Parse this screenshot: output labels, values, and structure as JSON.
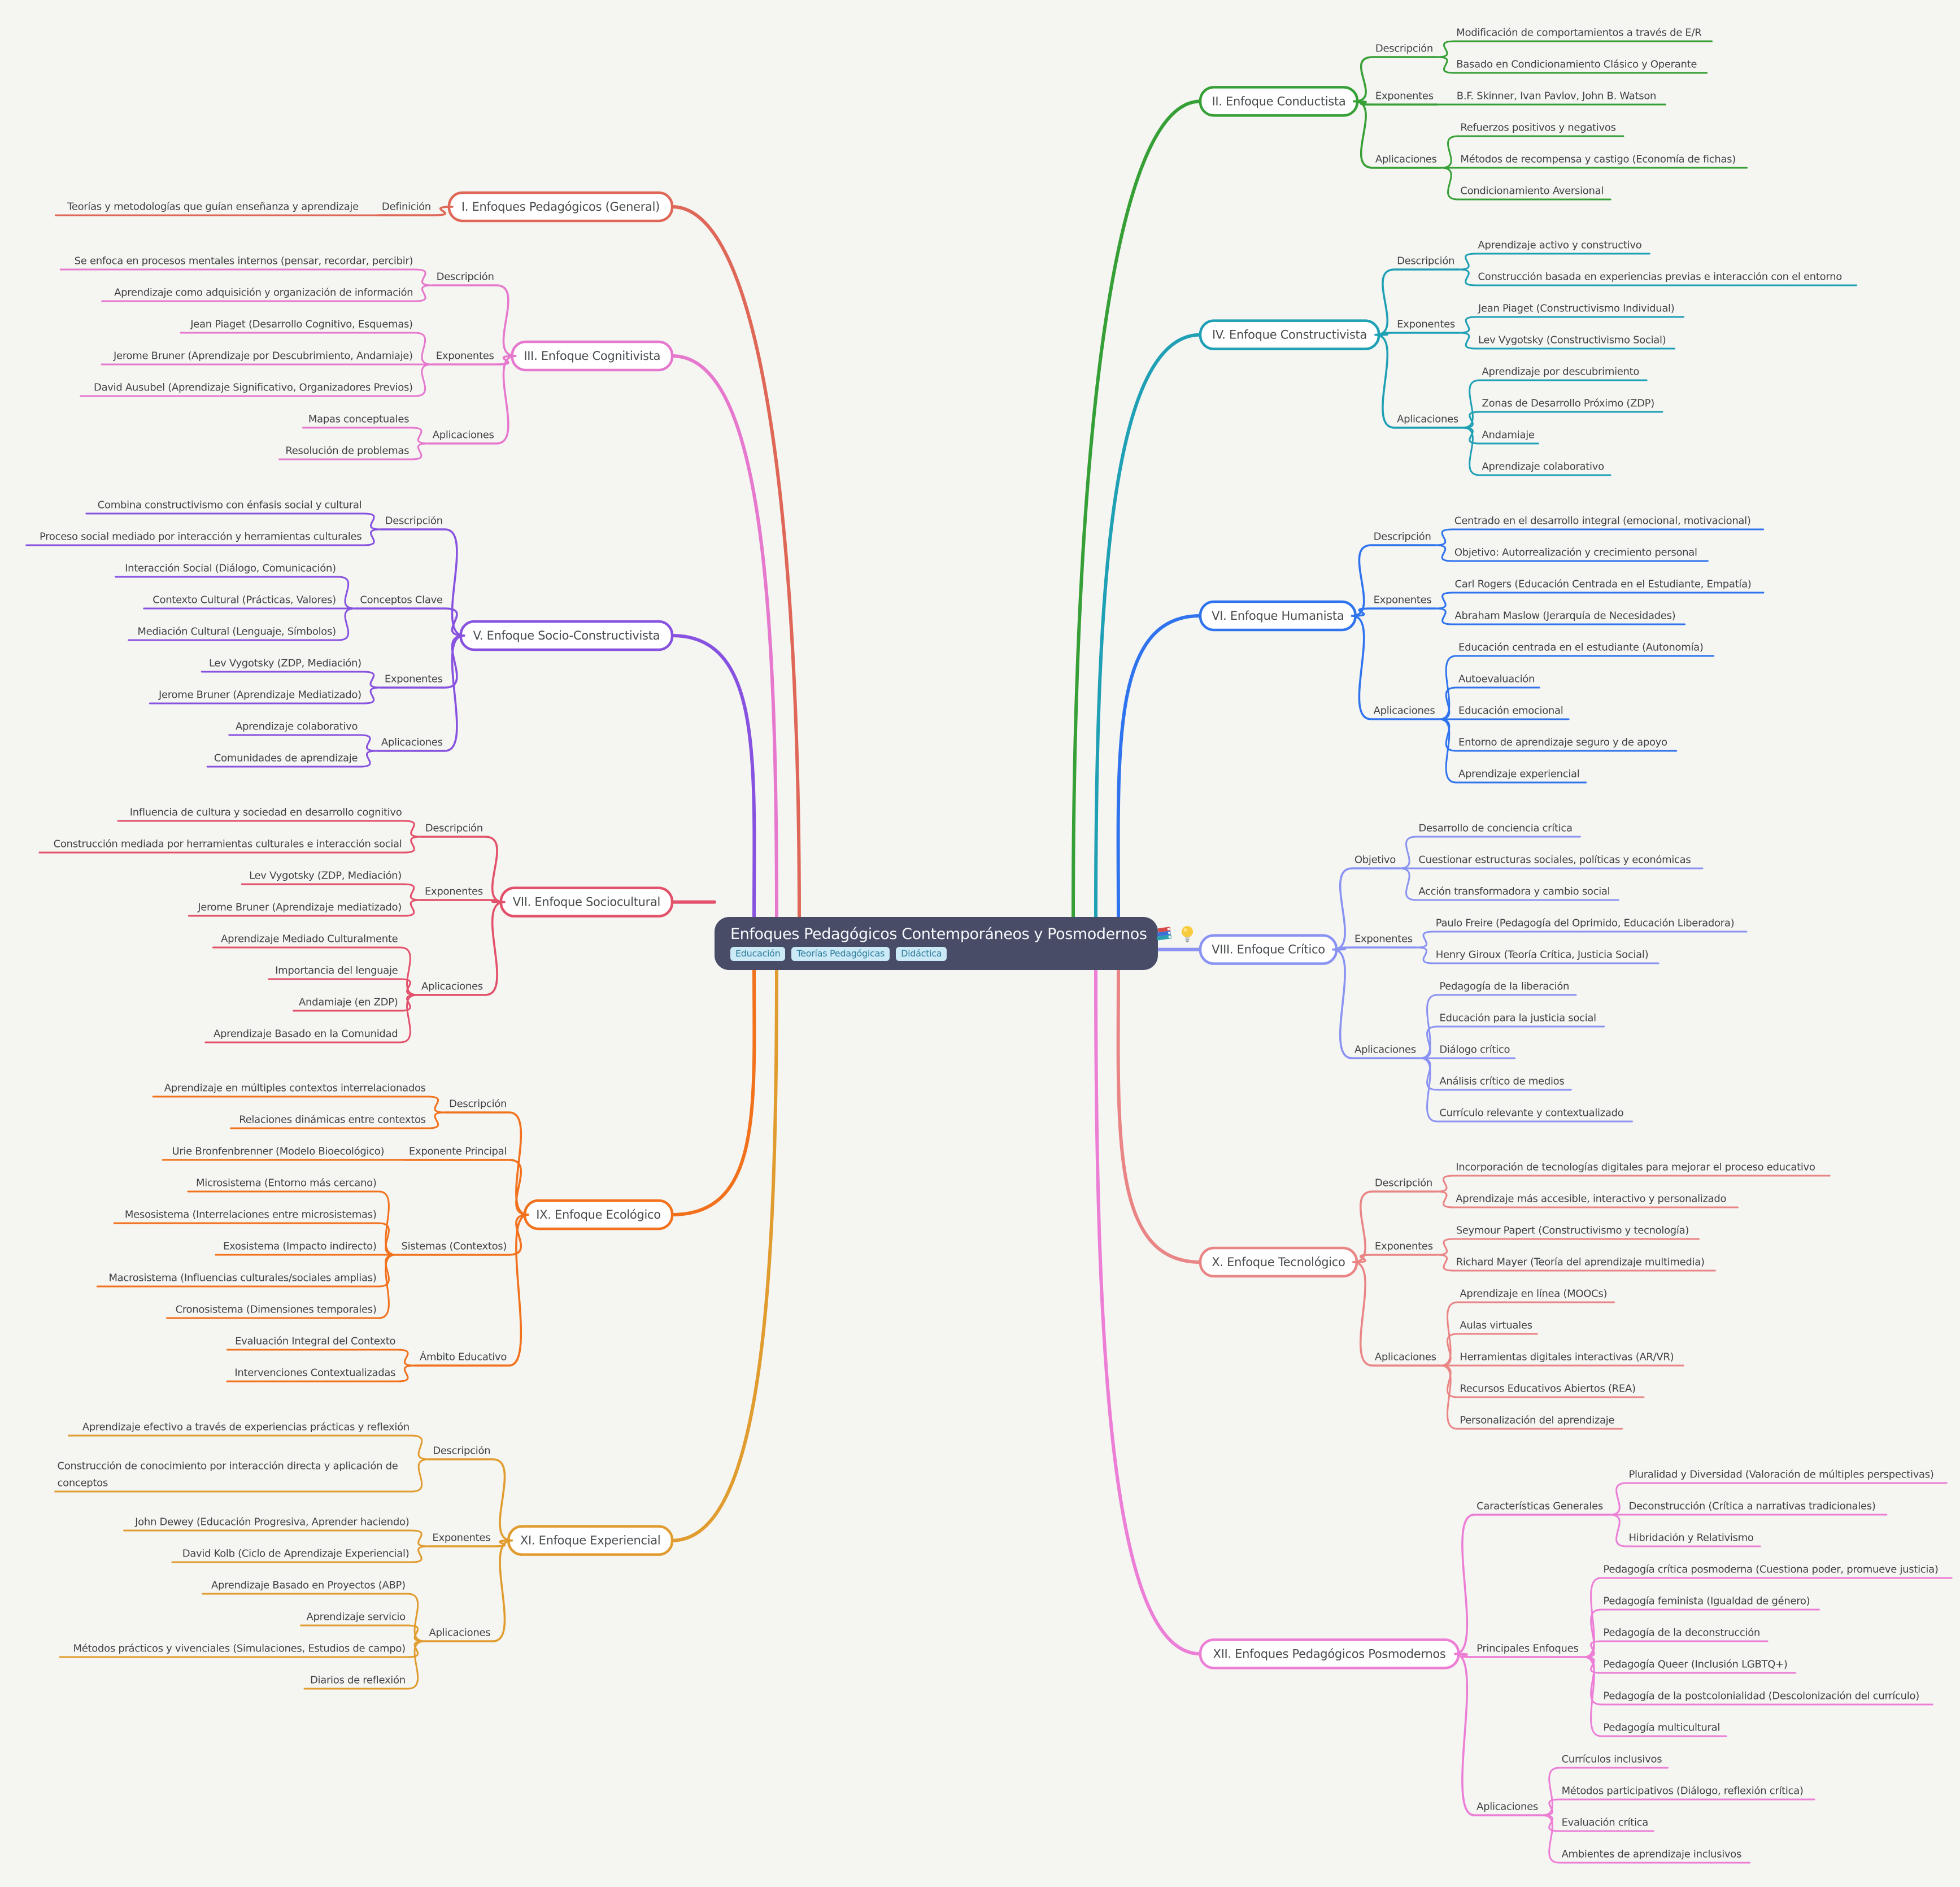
{
  "root": {
    "title": "Enfoques Pedagógicos Contemporáneos y Posmodernos",
    "icons": [
      "books-icon",
      "light-bulb-icon"
    ],
    "tags": [
      "Educación",
      "Teorías Pedagógicas",
      "Didáctica"
    ]
  },
  "branches": [
    {
      "id": "I",
      "label": "I. Enfoques Pedagógicos (General)",
      "side": "left",
      "color": "#df6757",
      "children": [
        {
          "label": "Definición",
          "children": [
            {
              "label": "Teorías y metodologías que guían enseñanza y aprendizaje"
            }
          ]
        }
      ]
    },
    {
      "id": "II",
      "label": "II. Enfoque Conductista",
      "side": "right",
      "color": "#36a036",
      "children": [
        {
          "label": "Descripción",
          "children": [
            {
              "label": "Modificación de comportamientos a través de E/R"
            },
            {
              "label": "Basado en Condicionamiento Clásico y Operante"
            }
          ]
        },
        {
          "label": "Exponentes",
          "children": [
            {
              "label": "B.F. Skinner, Ivan Pavlov, John B. Watson"
            }
          ]
        },
        {
          "label": "Aplicaciones",
          "children": [
            {
              "label": "Refuerzos positivos y negativos"
            },
            {
              "label": "Métodos de recompensa y castigo (Economía de fichas)"
            },
            {
              "label": "Condicionamiento Aversional"
            }
          ]
        }
      ]
    },
    {
      "id": "III",
      "label": "III. Enfoque Cognitivista",
      "side": "left",
      "color": "#e678ce",
      "children": [
        {
          "label": "Descripción",
          "children": [
            {
              "label": "Se enfoca en procesos mentales internos (pensar, recordar, percibir)"
            },
            {
              "label": "Aprendizaje como adquisición y organización de información"
            }
          ]
        },
        {
          "label": "Exponentes",
          "children": [
            {
              "label": "Jean Piaget (Desarrollo Cognitivo, Esquemas)"
            },
            {
              "label": "Jerome Bruner (Aprendizaje por Descubrimiento, Andamiaje)"
            },
            {
              "label": "David Ausubel (Aprendizaje Significativo, Organizadores Previos)"
            }
          ]
        },
        {
          "label": "Aplicaciones",
          "children": [
            {
              "label": "Mapas conceptuales"
            },
            {
              "label": "Resolución de problemas"
            }
          ]
        }
      ]
    },
    {
      "id": "IV",
      "label": "IV. Enfoque Constructivista",
      "side": "right",
      "color": "#1fa0b5",
      "children": [
        {
          "label": "Descripción",
          "children": [
            {
              "label": "Aprendizaje activo y constructivo"
            },
            {
              "label": "Construcción basada en experiencias previas e interacción con el entorno"
            }
          ]
        },
        {
          "label": "Exponentes",
          "children": [
            {
              "label": "Jean Piaget (Constructivismo Individual)"
            },
            {
              "label": "Lev Vygotsky (Constructivismo Social)"
            }
          ]
        },
        {
          "label": "Aplicaciones",
          "children": [
            {
              "label": "Aprendizaje por descubrimiento"
            },
            {
              "label": "Zonas de Desarrollo Próximo (ZDP)"
            },
            {
              "label": "Andamiaje"
            },
            {
              "label": "Aprendizaje colaborativo"
            }
          ]
        }
      ]
    },
    {
      "id": "V",
      "label": "V. Enfoque Socio-Constructivista",
      "side": "left",
      "color": "#8752df",
      "children": [
        {
          "label": "Descripción",
          "children": [
            {
              "label": "Combina constructivismo con énfasis social y cultural"
            },
            {
              "label": "Proceso social mediado por interacción y herramientas culturales"
            }
          ]
        },
        {
          "label": "Conceptos Clave",
          "children": [
            {
              "label": "Interacción Social (Diálogo, Comunicación)"
            },
            {
              "label": "Contexto Cultural (Prácticas, Valores)"
            },
            {
              "label": "Mediación Cultural (Lenguaje, Símbolos)"
            }
          ]
        },
        {
          "label": "Exponentes",
          "children": [
            {
              "label": "Lev Vygotsky (ZDP, Mediación)"
            },
            {
              "label": "Jerome Bruner (Aprendizaje Mediatizado)"
            }
          ]
        },
        {
          "label": "Aplicaciones",
          "children": [
            {
              "label": "Aprendizaje colaborativo"
            },
            {
              "label": "Comunidades de aprendizaje"
            }
          ]
        }
      ]
    },
    {
      "id": "VI",
      "label": "VI. Enfoque Humanista",
      "side": "right",
      "color": "#2f74ee",
      "children": [
        {
          "label": "Descripción",
          "children": [
            {
              "label": "Centrado en el desarrollo integral (emocional, motivacional)"
            },
            {
              "label": "Objetivo: Autorrealización y crecimiento personal"
            }
          ]
        },
        {
          "label": "Exponentes",
          "children": [
            {
              "label": "Carl Rogers (Educación Centrada en el Estudiante, Empatía)"
            },
            {
              "label": "Abraham Maslow (Jerarquía de Necesidades)"
            }
          ]
        },
        {
          "label": "Aplicaciones",
          "children": [
            {
              "label": "Educación centrada en el estudiante (Autonomía)"
            },
            {
              "label": "Autoevaluación"
            },
            {
              "label": "Educación emocional"
            },
            {
              "label": "Entorno de aprendizaje seguro y de apoyo"
            },
            {
              "label": "Aprendizaje experiencial"
            }
          ]
        }
      ]
    },
    {
      "id": "VII",
      "label": "VII. Enfoque Sociocultural",
      "side": "left",
      "color": "#e2506a",
      "children": [
        {
          "label": "Descripción",
          "children": [
            {
              "label": "Influencia de cultura y sociedad en desarrollo cognitivo"
            },
            {
              "label": "Construcción mediada por herramientas culturales e interacción social"
            }
          ]
        },
        {
          "label": "Exponentes",
          "children": [
            {
              "label": "Lev Vygotsky (ZDP, Mediación)"
            },
            {
              "label": "Jerome Bruner (Aprendizaje mediatizado)"
            }
          ]
        },
        {
          "label": "Aplicaciones",
          "children": [
            {
              "label": "Aprendizaje Mediado Culturalmente"
            },
            {
              "label": "Importancia del lenguaje"
            },
            {
              "label": "Andamiaje (en ZDP)"
            },
            {
              "label": "Aprendizaje Basado en la Comunidad"
            }
          ]
        }
      ]
    },
    {
      "id": "VIII",
      "label": "VIII. Enfoque Crítico",
      "side": "right",
      "color": "#8a93f2",
      "children": [
        {
          "label": "Objetivo",
          "children": [
            {
              "label": "Desarrollo de conciencia crítica"
            },
            {
              "label": "Cuestionar estructuras sociales, políticas y económicas"
            },
            {
              "label": "Acción transformadora y cambio social"
            }
          ]
        },
        {
          "label": "Exponentes",
          "children": [
            {
              "label": "Paulo Freire (Pedagogía del Oprimido, Educación Liberadora)"
            },
            {
              "label": "Henry Giroux (Teoría Crítica, Justicia Social)"
            }
          ]
        },
        {
          "label": "Aplicaciones",
          "children": [
            {
              "label": "Pedagogía de la liberación"
            },
            {
              "label": "Educación para la justicia social"
            },
            {
              "label": "Diálogo crítico"
            },
            {
              "label": "Análisis crítico de medios"
            },
            {
              "label": "Currículo relevante y contextualizado"
            }
          ]
        }
      ]
    },
    {
      "id": "IX",
      "label": "IX. Enfoque Ecológico",
      "side": "left",
      "color": "#f2711c",
      "children": [
        {
          "label": "Descripción",
          "children": [
            {
              "label": "Aprendizaje en múltiples contextos interrelacionados"
            },
            {
              "label": "Relaciones dinámicas entre contextos"
            }
          ]
        },
        {
          "label": "Exponente Principal",
          "children": [
            {
              "label": "Urie Bronfenbrenner (Modelo Bioecológico)"
            }
          ]
        },
        {
          "label": "Sistemas (Contextos)",
          "children": [
            {
              "label": "Microsistema (Entorno más cercano)"
            },
            {
              "label": "Mesosistema (Interrelaciones entre microsistemas)"
            },
            {
              "label": "Exosistema (Impacto indirecto)"
            },
            {
              "label": "Macrosistema (Influencias culturales/sociales amplias)"
            },
            {
              "label": "Cronosistema (Dimensiones temporales)"
            }
          ]
        },
        {
          "label": "Ámbito Educativo",
          "children": [
            {
              "label": "Evaluación Integral del Contexto"
            },
            {
              "label": "Intervenciones Contextualizadas"
            }
          ]
        }
      ]
    },
    {
      "id": "X",
      "label": "X. Enfoque Tecnológico",
      "side": "right",
      "color": "#e98585",
      "children": [
        {
          "label": "Descripción",
          "children": [
            {
              "label": "Incorporación de tecnologías digitales para mejorar el proceso educativo"
            },
            {
              "label": "Aprendizaje más accesible, interactivo y personalizado"
            }
          ]
        },
        {
          "label": "Exponentes",
          "children": [
            {
              "label": "Seymour Papert (Constructivismo y tecnología)"
            },
            {
              "label": "Richard Mayer (Teoría del aprendizaje multimedia)"
            }
          ]
        },
        {
          "label": "Aplicaciones",
          "children": [
            {
              "label": "Aprendizaje en línea (MOOCs)"
            },
            {
              "label": "Aulas virtuales"
            },
            {
              "label": "Herramientas digitales interactivas (AR/VR)"
            },
            {
              "label": "Recursos Educativos Abiertos (REA)"
            },
            {
              "label": "Personalización del aprendizaje"
            }
          ]
        }
      ]
    },
    {
      "id": "XI",
      "label": "XI. Enfoque Experiencial",
      "side": "left",
      "color": "#e09c2e",
      "children": [
        {
          "label": "Descripción",
          "children": [
            {
              "label": "Aprendizaje efectivo a través de experiencias prácticas y reflexión"
            },
            {
              "label": "Construcción de conocimiento por interacción directa y aplicación de conceptos"
            }
          ]
        },
        {
          "label": "Exponentes",
          "children": [
            {
              "label": "John Dewey (Educación Progresiva, Aprender haciendo)"
            },
            {
              "label": "David Kolb (Ciclo de Aprendizaje Experiencial)"
            }
          ]
        },
        {
          "label": "Aplicaciones",
          "children": [
            {
              "label": "Aprendizaje Basado en Proyectos (ABP)"
            },
            {
              "label": "Aprendizaje servicio"
            },
            {
              "label": "Métodos prácticos y vivenciales (Simulaciones, Estudios de campo)"
            },
            {
              "label": "Diarios de reflexión"
            }
          ]
        }
      ]
    },
    {
      "id": "XII",
      "label": "XII. Enfoques Pedagógicos Posmodernos",
      "side": "right",
      "color": "#ec7ed6",
      "children": [
        {
          "label": "Características Generales",
          "children": [
            {
              "label": "Pluralidad y Diversidad (Valoración de múltiples perspectivas)"
            },
            {
              "label": "Deconstrucción (Crítica a narrativas tradicionales)"
            },
            {
              "label": "Hibridación y Relativismo"
            }
          ]
        },
        {
          "label": "Principales Enfoques",
          "children": [
            {
              "label": "Pedagogía crítica posmoderna (Cuestiona poder, promueve justicia)"
            },
            {
              "label": "Pedagogía feminista (Igualdad de género)"
            },
            {
              "label": "Pedagogía de la deconstrucción"
            },
            {
              "label": "Pedagogía Queer (Inclusión LGBTQ+)"
            },
            {
              "label": "Pedagogía de la postcolonialidad (Descolonización del currículo)"
            },
            {
              "label": "Pedagogía multicultural"
            }
          ]
        },
        {
          "label": "Aplicaciones",
          "children": [
            {
              "label": "Currículos inclusivos"
            },
            {
              "label": "Métodos participativos (Diálogo, reflexión crítica)"
            },
            {
              "label": "Evaluación crítica"
            },
            {
              "label": "Ambientes de aprendizaje inclusivos"
            }
          ]
        }
      ]
    }
  ]
}
